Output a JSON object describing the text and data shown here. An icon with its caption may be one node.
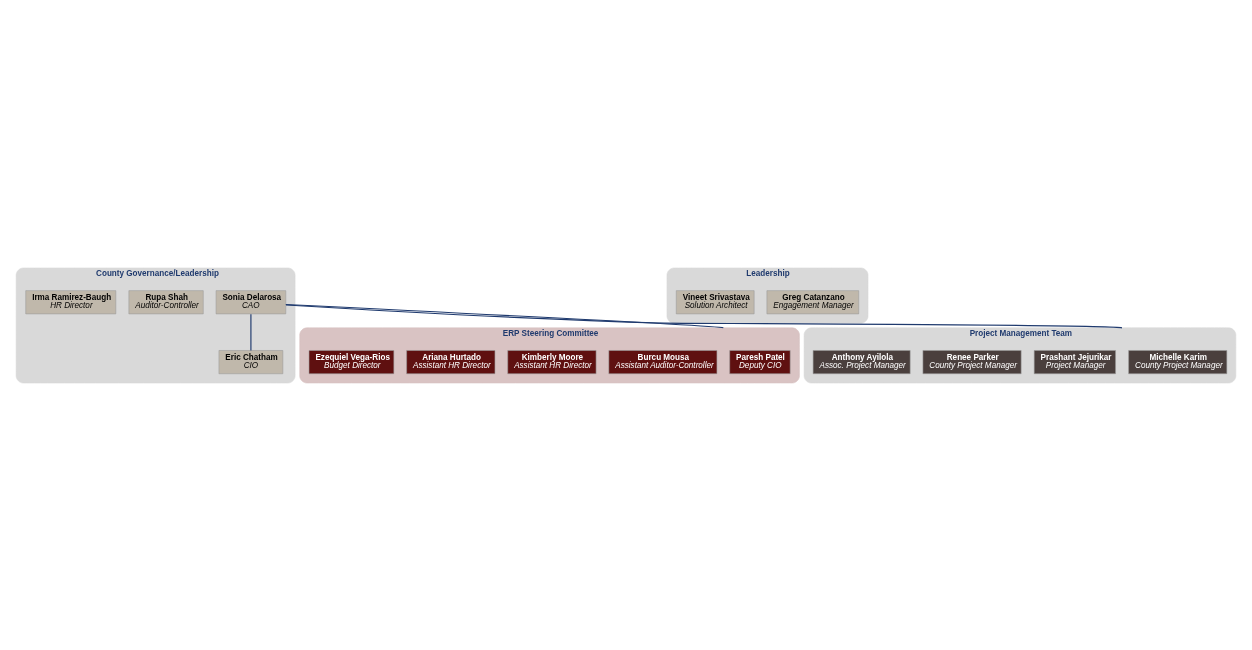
{
  "diagram": {
    "nodes": [
      {
        "text": [
          "County Governance/Leadership"
        ]
      },
      {
        "text": [
          "Sonia Delarosa",
          "CAO"
        ],
        "in": 0
      },
      {
        "text": [
          "Rupa Shah",
          "Auditor-Controller"
        ],
        "in": 0
      },
      {
        "text": [
          "Eric Chatham",
          "CIO"
        ],
        "in": 0
      },
      {
        "text": [
          "Irma Ramirez-Baugh",
          "HR Director"
        ],
        "in": 0
      },
      {
        "text": [
          "Leadership"
        ]
      },
      {
        "text": [
          "Greg Catanzano",
          "Engagement Manager"
        ],
        "in": 5
      },
      {
        "text": [
          "Vineet Srivastava",
          "Solution Architect"
        ],
        "in": 5
      },
      {
        "text": [
          "ERP Steering Committee"
        ]
      },
      {
        "text": [
          "Paresh Patel",
          "Deputy CIO"
        ],
        "in": 8
      },
      {
        "text": [
          "Burcu Mousa",
          "Assistant Auditor-Controller"
        ],
        "in": 8
      },
      {
        "text": [
          "Kimberly Moore",
          "Assistant HR Director"
        ],
        "in": 8
      },
      {
        "text": [
          "Ariana Hurtado",
          "Assistant HR Director"
        ],
        "in": 8
      },
      {
        "text": [
          "Ezequiel Vega-Rios",
          "Budget Director"
        ],
        "in": 8
      },
      {
        "text": [
          "Project Management Team"
        ]
      },
      {
        "text": [
          "Michelle Karim",
          "County Project Manager"
        ],
        "in": 14
      },
      {
        "text": [
          "Prashant Jejurikar",
          "Project Manager"
        ],
        "in": 14
      },
      {
        "text": [
          "Renee Parker",
          "County Project Manager"
        ],
        "in": 14
      },
      {
        "text": [
          "Anthony Ayilola",
          "Assoc. Project Manager"
        ],
        "in": 14
      }
    ],
    "edges": [
      {
        "from": 1,
        "to": 3,
        "arrow": "none"
      },
      {
        "from": 1,
        "to": 8,
        "arrow": "none"
      },
      {
        "from": 1,
        "to": 14,
        "arrow": "none"
      }
    ]
  }
}
